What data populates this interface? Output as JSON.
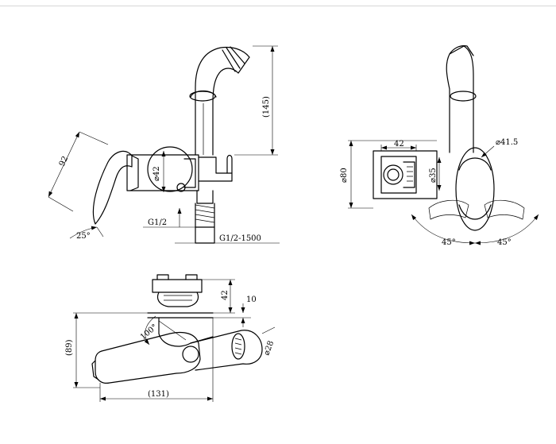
{
  "colors": {
    "line": "#000000",
    "background": "#ffffff",
    "rule": "#d6d6d6"
  },
  "views": {
    "side": {
      "dim_height": "(145)",
      "dim_handle": "92",
      "dim_body_dia": "⌀42",
      "thread_inlet": "G1/2",
      "thread_hose": "G1/2-1500",
      "angle_handle": "25°"
    },
    "front": {
      "dim_width": "42",
      "dim_body_dia": "⌀41.5",
      "dim_outer_dia": "⌀80",
      "dim_inner_dia": "⌀35",
      "angle_left": "45°",
      "angle_right": "45°"
    },
    "top": {
      "dim_height": "(89)",
      "dim_bracket": "42",
      "dim_plate": "10",
      "dim_nozzle": "⌀28",
      "angle": "100°",
      "dim_length": "(131)"
    }
  }
}
